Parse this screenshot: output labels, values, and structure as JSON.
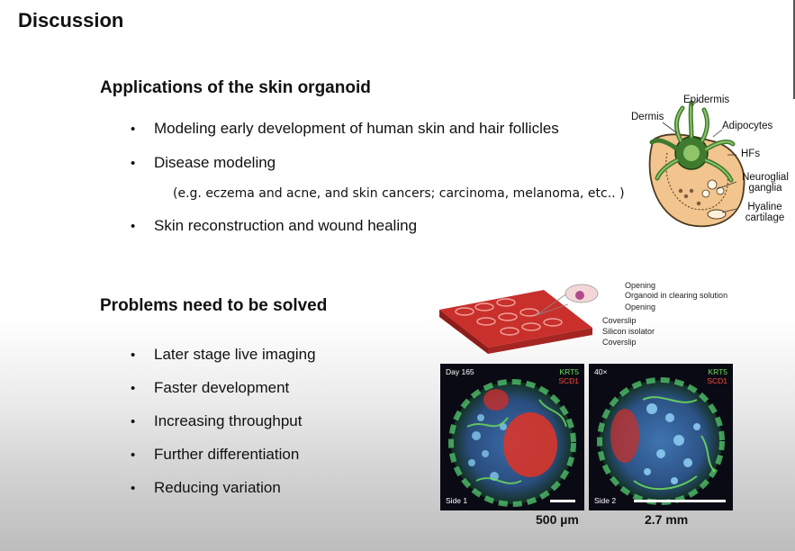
{
  "slide": {
    "title": "Discussion",
    "applications": {
      "heading": "Applications of the skin organoid",
      "bullets": [
        "Modeling early development of human skin and hair follicles",
        "Disease modeling",
        "Skin reconstruction and wound healing"
      ],
      "note": "(e.g. eczema and acne, and skin cancers; carcinoma, melanoma, etc.. )"
    },
    "problems": {
      "heading": "Problems need to be solved",
      "bullets": [
        "Later stage live imaging",
        "Faster development",
        "Increasing throughput",
        "Further differentiation",
        "Reducing variation"
      ]
    },
    "bullet_glyph": "•"
  },
  "organoid_diagram": {
    "labels": {
      "epidermis": "Epidermis",
      "dermis": "Dermis",
      "adipocytes": "Adipocytes",
      "hfs": "HFs",
      "neuroglial": "Neuroglial ganglia",
      "hyaline": "Hyaline cartilage"
    },
    "colors": {
      "body": "#f2c48e",
      "outline": "#4a3a20",
      "hair": "#3f7a2e",
      "hair_light": "#8fc46a"
    }
  },
  "device_diagram": {
    "labels": [
      "Opening",
      "Organoid in clearing solution",
      "Opening",
      "Coverslip",
      "Silicon isolator",
      "Coverslip"
    ],
    "colors": {
      "slide": "#c9302c",
      "slide_dark": "#8e1d1a"
    }
  },
  "micrographs": [
    {
      "day": "Day 165",
      "side": "Side 1",
      "markers": [
        "KRT5",
        "SCD1"
      ],
      "scale_caption": "500 µm"
    },
    {
      "day": "40×",
      "side": "Side 2",
      "markers": [
        "KRT5",
        "SCD1"
      ],
      "scale_caption": "2.7 mm"
    }
  ],
  "marker_colors": {
    "KRT5": "#6fe05a",
    "SCD1": "#ff4a3a"
  }
}
